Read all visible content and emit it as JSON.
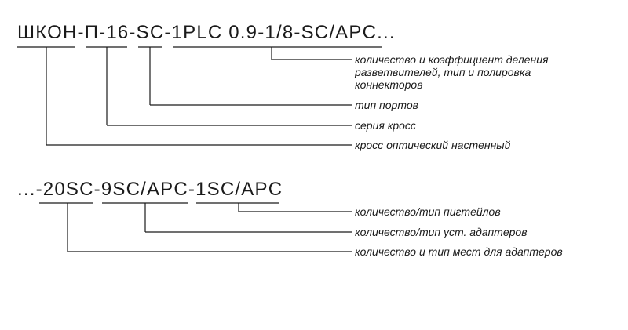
{
  "block1": {
    "code": "ШКОН-П-16-SC-1PLC 0.9-1/8-SC/APC...",
    "labels": [
      [
        "количество и коэффициент деления",
        "разветвителей, тип и полировка",
        "коннекторов"
      ],
      [
        "тип портов"
      ],
      [
        "серия кросс"
      ],
      [
        "кросс оптический настенный"
      ]
    ]
  },
  "block2": {
    "code": "...-20SC-9SC/APC-1SC/APC",
    "labels": [
      [
        "количество/тип пигтейлов"
      ],
      [
        "количество/тип уст. адаптеров"
      ],
      [
        "количество  и тип мест для адаптеров"
      ]
    ]
  }
}
